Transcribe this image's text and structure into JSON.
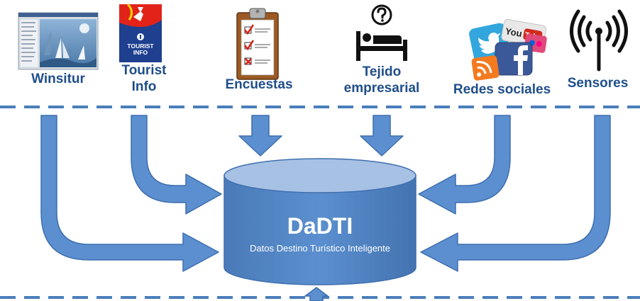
{
  "diagram": {
    "sources": [
      {
        "id": "winsitur",
        "lines": [
          "Winsitur"
        ],
        "icon": "winsitur-screenshot-icon"
      },
      {
        "id": "tourist-info",
        "lines": [
          "Tourist",
          "Info"
        ],
        "icon": "tourist-info-logo-icon",
        "logo_text": [
          "TOURIST",
          "INFO"
        ]
      },
      {
        "id": "encuestas",
        "lines": [
          "Encuestas"
        ],
        "icon": "clipboard-checklist-icon"
      },
      {
        "id": "tejido-empresarial",
        "lines": [
          "Tejido",
          "empresarial"
        ],
        "icon": "bed-question-icon"
      },
      {
        "id": "redes-sociales",
        "lines": [
          "Redes sociales"
        ],
        "icon": "social-media-icon",
        "logo_text": [
          "You",
          "Tube"
        ]
      },
      {
        "id": "sensores",
        "lines": [
          "Sensores"
        ],
        "icon": "antenna-signal-icon"
      }
    ],
    "hub": {
      "title": "DaDTI",
      "subtitle": "Datos Destino Turístico Inteligente"
    },
    "colors": {
      "arrow_fill": "#5b8fcf",
      "arrow_stroke": "#3f6fae",
      "cylinder_body": "#4f81bd",
      "cylinder_top": "#a6c1e4",
      "label_text": "#1f4e8a",
      "dashed_line": "#4a7ebb"
    }
  }
}
